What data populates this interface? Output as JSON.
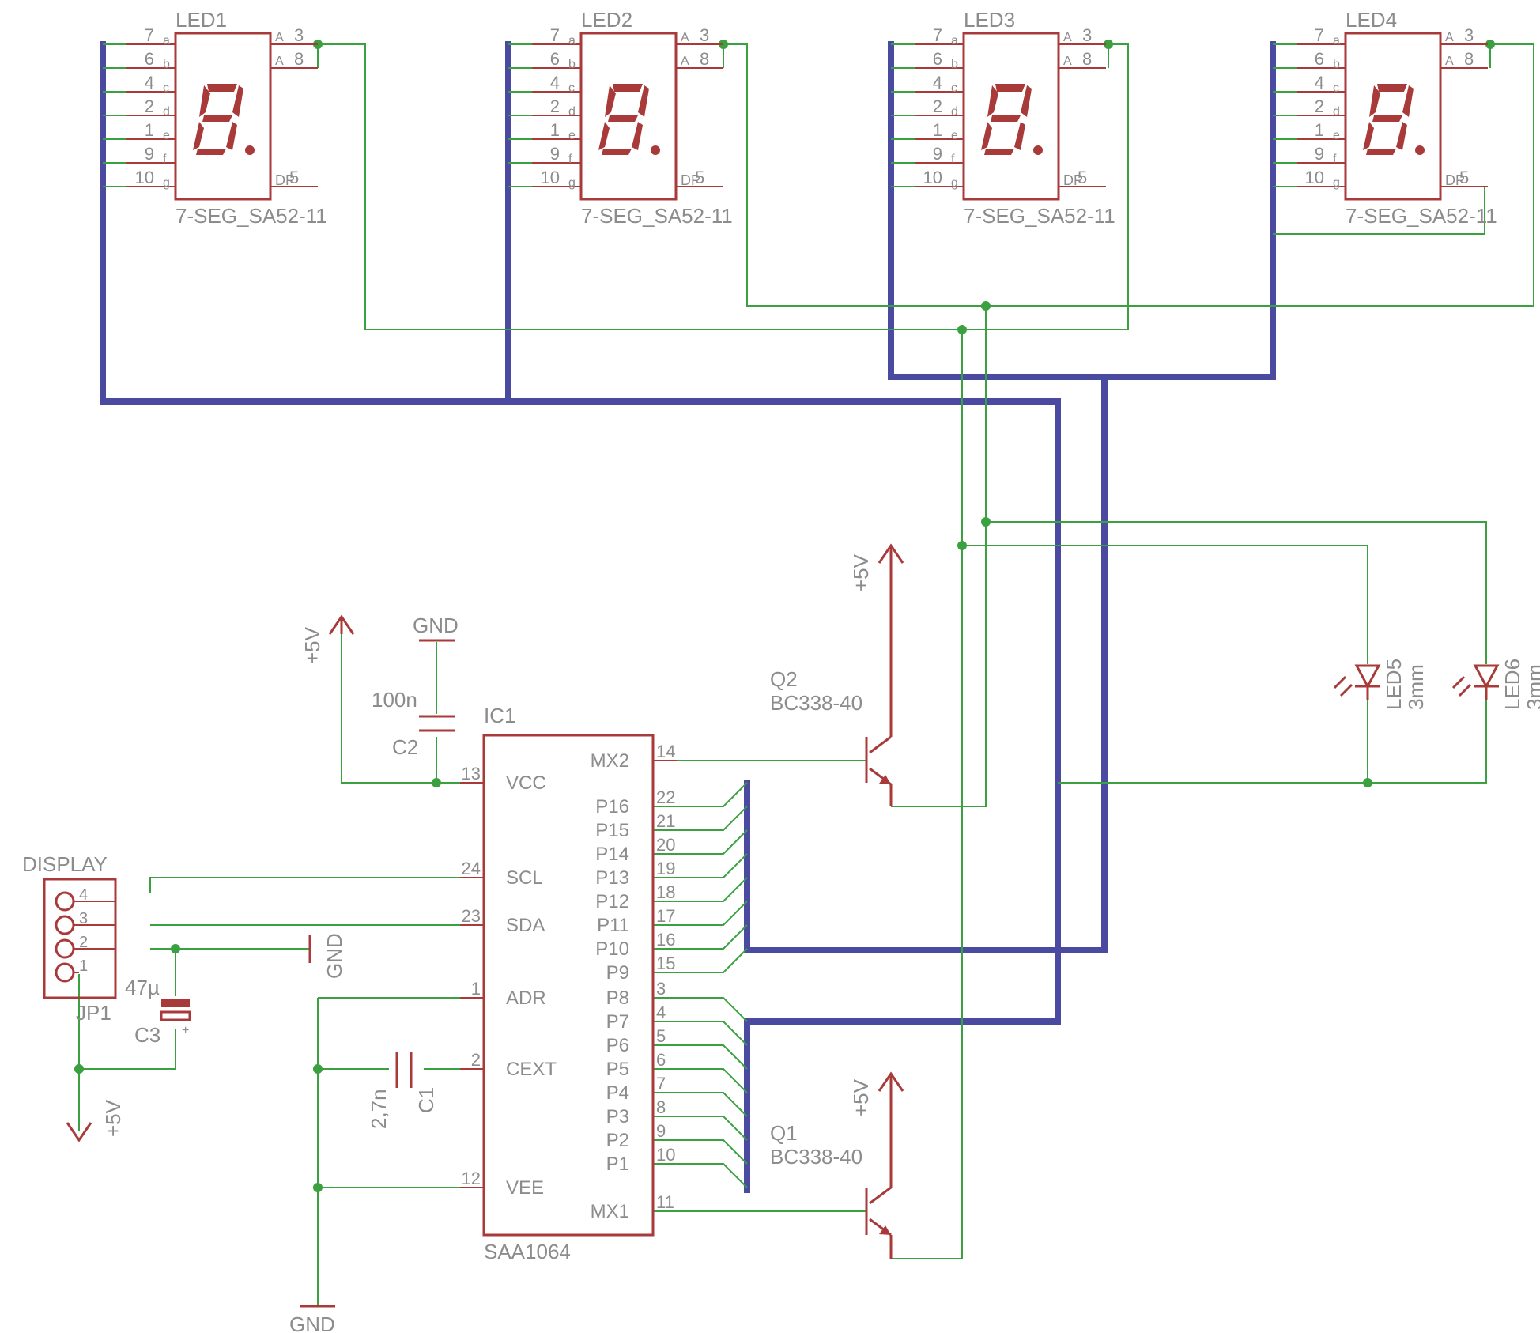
{
  "leds": [
    {
      "ref": "LED1",
      "value": "7-SEG_SA52-11"
    },
    {
      "ref": "LED2",
      "value": "7-SEG_SA52-11"
    },
    {
      "ref": "LED3",
      "value": "7-SEG_SA52-11"
    },
    {
      "ref": "LED4",
      "value": "7-SEG_SA52-11"
    }
  ],
  "led_pins_left": [
    {
      "num": "7",
      "name": "a"
    },
    {
      "num": "6",
      "name": "b"
    },
    {
      "num": "4",
      "name": "c"
    },
    {
      "num": "2",
      "name": "d"
    },
    {
      "num": "1",
      "name": "e"
    },
    {
      "num": "9",
      "name": "f"
    },
    {
      "num": "10",
      "name": "g"
    }
  ],
  "led_pins_right": [
    {
      "num": "3",
      "name": "A"
    },
    {
      "num": "8",
      "name": "A"
    },
    {
      "num": "5",
      "name": "DP"
    }
  ],
  "ic": {
    "ref": "IC1",
    "value": "SAA1064",
    "left_pins": [
      {
        "num": "13",
        "name": "VCC"
      },
      {
        "num": "24",
        "name": "SCL"
      },
      {
        "num": "23",
        "name": "SDA"
      },
      {
        "num": "1",
        "name": "ADR"
      },
      {
        "num": "2",
        "name": "CEXT"
      },
      {
        "num": "12",
        "name": "VEE"
      }
    ],
    "right_pins": [
      {
        "num": "14",
        "name": "MX2"
      },
      {
        "num": "22",
        "name": "P16"
      },
      {
        "num": "21",
        "name": "P15"
      },
      {
        "num": "20",
        "name": "P14"
      },
      {
        "num": "19",
        "name": "P13"
      },
      {
        "num": "18",
        "name": "P12"
      },
      {
        "num": "17",
        "name": "P11"
      },
      {
        "num": "16",
        "name": "P10"
      },
      {
        "num": "15",
        "name": "P9"
      },
      {
        "num": "3",
        "name": "P8"
      },
      {
        "num": "4",
        "name": "P7"
      },
      {
        "num": "5",
        "name": "P6"
      },
      {
        "num": "6",
        "name": "P5"
      },
      {
        "num": "7",
        "name": "P4"
      },
      {
        "num": "8",
        "name": "P3"
      },
      {
        "num": "9",
        "name": "P2"
      },
      {
        "num": "10",
        "name": "P1"
      },
      {
        "num": "11",
        "name": "MX1"
      }
    ]
  },
  "q2": {
    "ref": "Q2",
    "value": "BC338-40"
  },
  "q1": {
    "ref": "Q1",
    "value": "BC338-40"
  },
  "c2": {
    "ref": "C2",
    "value": "100n"
  },
  "c1": {
    "ref": "C1",
    "value": "2,7n"
  },
  "c3": {
    "ref": "C3",
    "value": "47µ",
    "polarity": "+"
  },
  "jp1": {
    "label": "DISPLAY",
    "ref": "JP1",
    "pins": [
      "4",
      "3",
      "2",
      "1"
    ]
  },
  "led5": {
    "ref": "LED5",
    "value": "3mm"
  },
  "led6": {
    "ref": "LED6",
    "value": "3mm"
  },
  "power": {
    "vcc": "+5V",
    "gnd": "GND"
  },
  "colors": {
    "wire": "#3aa040",
    "bus": "#4a4aa0",
    "part": "#a83a3a",
    "text": "#8c8c8c"
  }
}
